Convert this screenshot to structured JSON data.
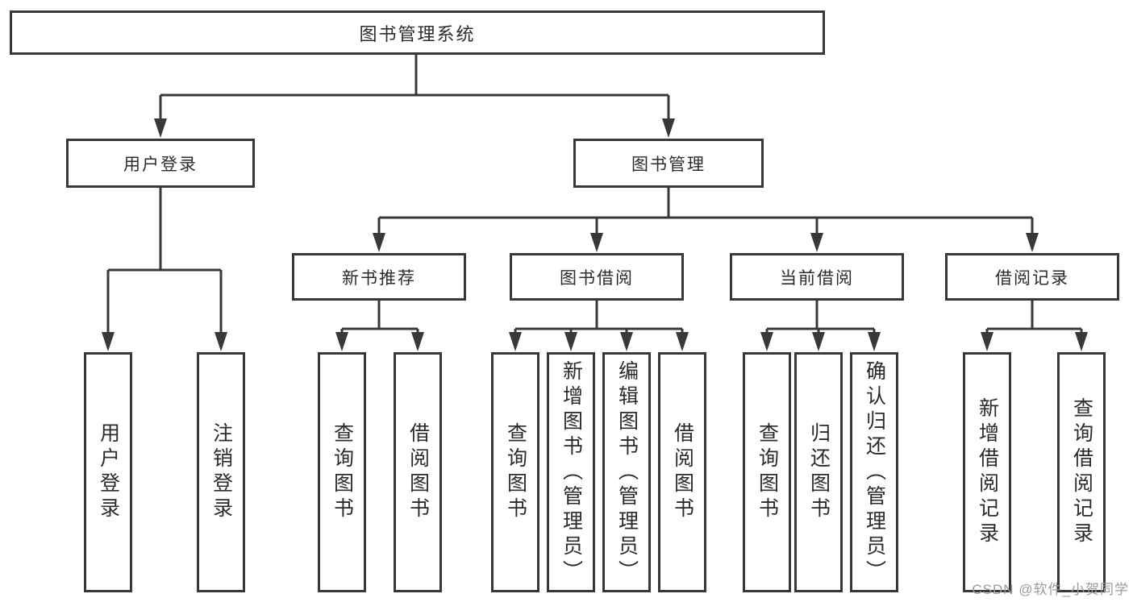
{
  "diagram": {
    "title": "图书管理系统",
    "level2": [
      "用户登录",
      "图书管理"
    ],
    "level3": [
      "新书推荐",
      "图书借阅",
      "当前借阅",
      "借阅记录"
    ],
    "leaves": {
      "user_login": [
        "用户登录",
        "注销登录"
      ],
      "new_books": [
        "查询图书",
        "借阅图书"
      ],
      "book_borrow": [
        "查询图书",
        "新增图书（管理员）",
        "编辑图书（管理员）",
        "借阅图书"
      ],
      "current_borrow": [
        "查询图书",
        "归还图书",
        "确认归还（管理员）"
      ],
      "borrow_records": [
        "新增借阅记录",
        "查询借阅记录"
      ]
    },
    "watermark": "CSDN @软件_小贺同学",
    "colors": {
      "line": "#383838",
      "text": "#2b2b2b",
      "watermark": "#9b9b9b",
      "background": "#ffffff"
    }
  }
}
